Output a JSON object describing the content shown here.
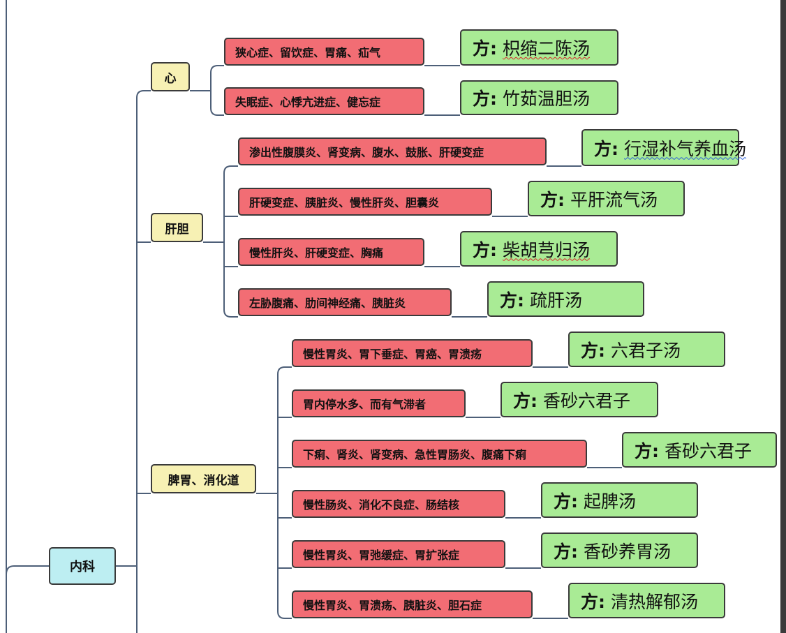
{
  "root": "内科",
  "prefix": "方:",
  "categories": [
    {
      "label": "心",
      "branches": [
        {
          "disease": "狭心症、留饮症、胃痛、疝气",
          "prescription": "枳缩二陈汤"
        },
        {
          "disease": "失眠症、心悸亢进症、健忘症",
          "prescription": "竹茹温胆汤"
        }
      ]
    },
    {
      "label": "肝胆",
      "branches": [
        {
          "disease": "渗出性腹膜炎、肾变病、腹水、鼓胀、肝硬变症",
          "prescription": "行湿补气养血汤"
        },
        {
          "disease": "肝硬变症、胰脏炎、慢性肝炎、胆囊炎",
          "prescription": "平肝流气汤"
        },
        {
          "disease": "慢性肝炎、肝硬变症、胸痛",
          "prescription": "柴胡芎归汤"
        },
        {
          "disease": "左胁腹痛、肋间神经痛、胰脏炎",
          "prescription": "疏肝汤"
        }
      ]
    },
    {
      "label": "脾胃、消化道",
      "branches": [
        {
          "disease": "慢性胃炎、胃下垂症、胃癌、胃溃疡",
          "prescription": "六君子汤"
        },
        {
          "disease": "胃内停水多、而有气滞者",
          "prescription": "香砂六君子"
        },
        {
          "disease": "下痢、肾炎、肾变病、急性胃肠炎、腹痛下痢",
          "prescription": "香砂六君子"
        },
        {
          "disease": "慢性肠炎、消化不良症、肠结核",
          "prescription": "起脾汤"
        },
        {
          "disease": "慢性胃炎、胃弛缓症、胃扩张症",
          "prescription": "香砂养胃汤"
        },
        {
          "disease": "慢性胃炎、胃溃疡、胰脏炎、胆石症",
          "prescription": "清热解郁汤"
        }
      ]
    }
  ]
}
